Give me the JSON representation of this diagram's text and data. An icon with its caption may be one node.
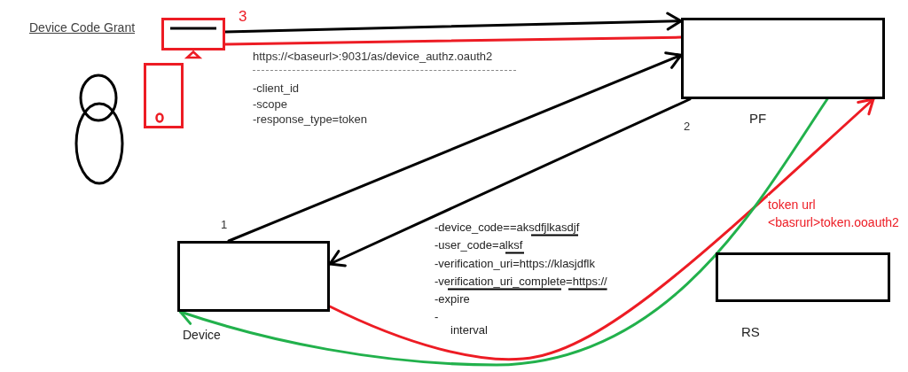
{
  "diagram": {
    "title": "Device Code Grant",
    "nodes": [
      {
        "text": [],
        "shape": "monitor",
        "beside": [
          "3"
        ]
      },
      {
        "text": [
          "PF"
        ]
      },
      {
        "text": [
          "Device"
        ]
      },
      {
        "text": [
          "RS"
        ]
      }
    ],
    "edges": [
      {
        "from": 0,
        "to": 1,
        "arrow": "to"
      },
      {
        "from": 1,
        "to": 0,
        "arrow": "none",
        "color": "#ed1c24"
      },
      {
        "from": 2,
        "to": 1,
        "arrow": "to"
      },
      {
        "from": 1,
        "to": 2,
        "arrow": "to"
      },
      {
        "from": 2,
        "to": 1,
        "arrow": "to",
        "color": "#ed1c24",
        "label": "token url <basrurl>token.ooauth2"
      },
      {
        "from": 1,
        "to": 2,
        "arrow": "to",
        "color": "#22b14c"
      }
    ],
    "labels": [
      "https://<baseurl>:9031/as/device_authz.oauth2",
      "-client_id",
      "-scope",
      "-response_type=token",
      "2",
      "1",
      "-device_code==aksdfjlkasdjf",
      "-user_code=alksf",
      "-verification_uri=https://klasjdflk",
      "-verification_uri_complete=https://",
      "-expire",
      "-",
      "interval"
    ]
  }
}
